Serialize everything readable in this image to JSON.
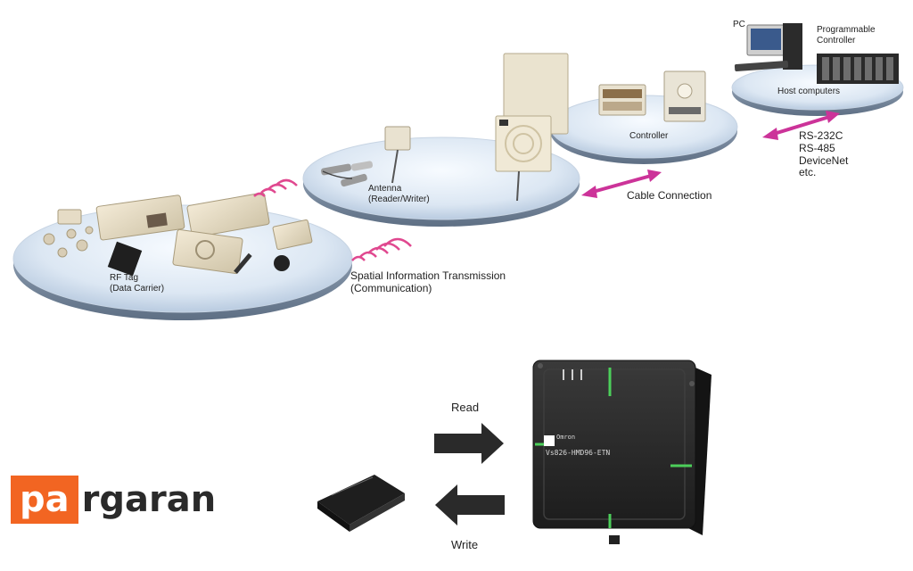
{
  "stages": {
    "tag": "RF Tag\n(Data Carrier)",
    "antenna": "Antenna\n(Reader/Writer)",
    "controller": "Controller",
    "host": "Host computers",
    "pc": "PC",
    "plc": "Programmable\nController"
  },
  "links": {
    "spatial": "Spatial Information Transmission\n(Communication)",
    "cable": "Cable Connection",
    "serial": "RS-232C\nRS-485\nDeviceNet\netc."
  },
  "reader": {
    "read": "Read",
    "write": "Write",
    "model": "Vs826-HMD96-ETN",
    "brand": "Omron"
  },
  "logo": {
    "accent": "pa",
    "rest": "rgaran",
    "accent_color": "#f26522"
  },
  "colors": {
    "disc": "#dfe8f3",
    "disc_edge": "#9eb3c9",
    "arrow_pink": "#cc3399",
    "waves": "#e0488f",
    "device_dark": "#2b2b2b"
  }
}
